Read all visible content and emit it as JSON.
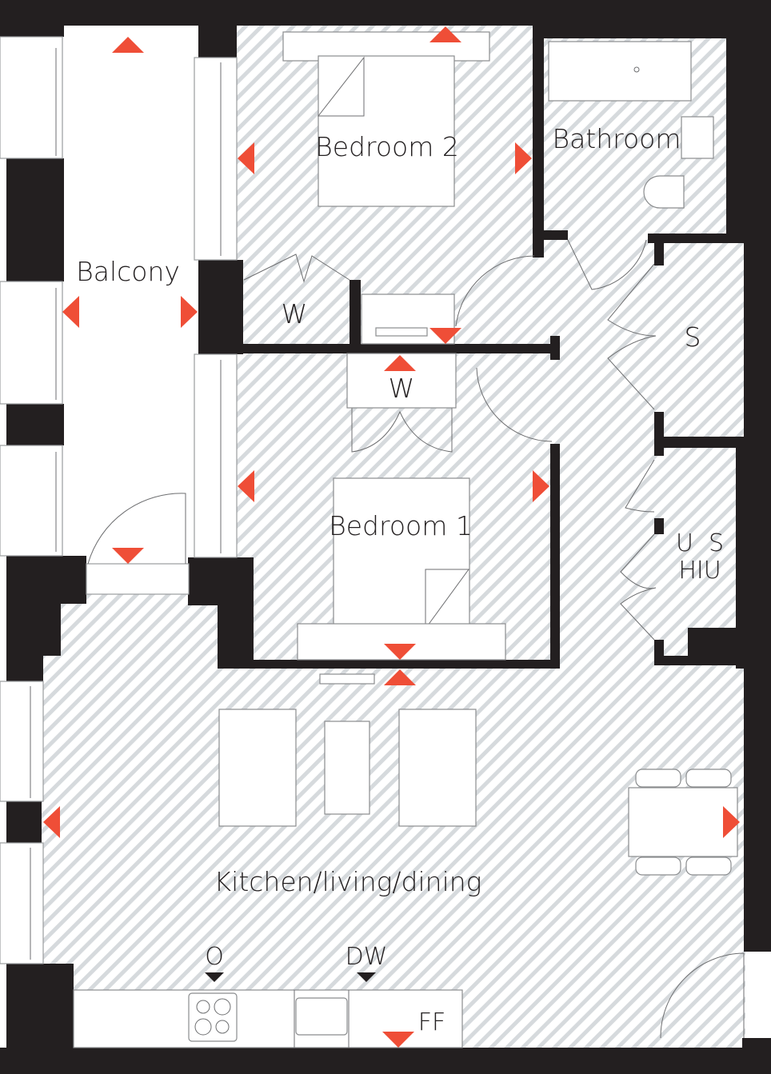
{
  "plan": {
    "rooms": {
      "balcony": "Balcony",
      "bedroom2": "Bedroom 2",
      "bathroom": "Bathroom",
      "wardrobe_bed2": "W",
      "storage": "S",
      "wardrobe_bed1": "W",
      "bedroom1": "Bedroom 1",
      "utility_storage_line1": "U  S",
      "utility_storage_line2": "HIU",
      "kitchen": "Kitchen/living/dining"
    },
    "appliances": {
      "oven": "O",
      "dishwasher": "DW",
      "fridge_freezer": "FF"
    }
  },
  "colors": {
    "wall": "#231f20",
    "dimension_arrow": "#ef4e37",
    "appliance_marker": "#231f20",
    "hatch": "#d6dadd"
  }
}
